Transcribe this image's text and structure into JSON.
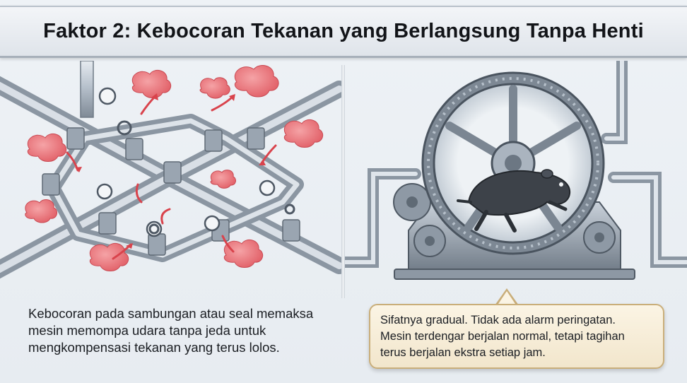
{
  "title": "Faktor 2: Kebocoran Tekanan yang Berlangsung Tanpa Henti",
  "left_panel": {
    "illustration": "leaking-pipe-network-icon",
    "caption_lines": [
      "Kebocoran pada sambungan atau seal memaksa",
      "mesin memompa udara tanpa jeda untuk",
      "mengkompensasi tekanan yang terus lolos."
    ]
  },
  "right_panel": {
    "illustration": "hamster-wheel-machine-icon",
    "bubble_lines": [
      "Sifatnya gradual. Tidak ada alarm peringatan.",
      "Mesin terdengar berjalan normal, tetapi tagihan",
      "terus berjalan ekstra setiap jam."
    ]
  },
  "colors": {
    "leak_red": "#e8636a",
    "pipe_steel": "#aeb8c3",
    "bubble_bg": "#f7edd6",
    "bubble_border": "#c9ae7a"
  }
}
